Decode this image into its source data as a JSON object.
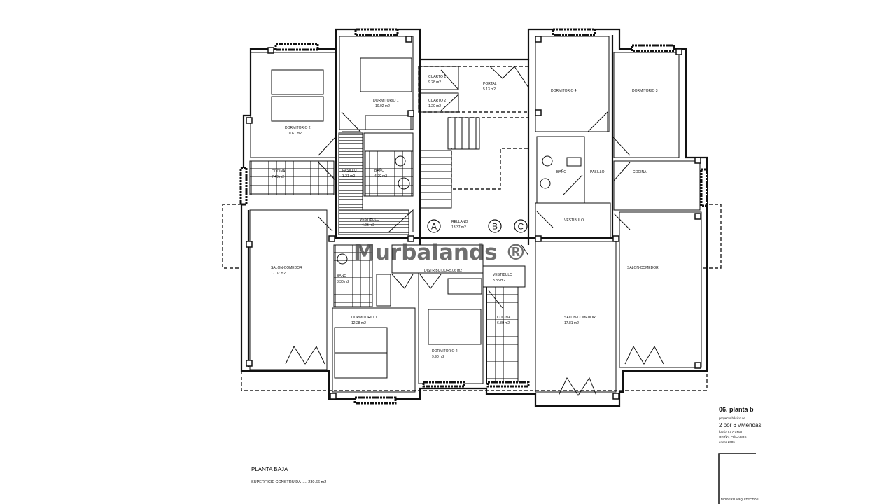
{
  "rooms": {
    "dorm2_left": {
      "name": "DORMITORIO 2",
      "area": "10.61 m2"
    },
    "dorm1_top": {
      "name": "DORMITORIO 1",
      "area": "10.02 m2"
    },
    "cocina_left": {
      "name": "COCINA",
      "area": "7.49 m2"
    },
    "pasillo_left": {
      "name": "PASILLO",
      "area": "3.21 m2"
    },
    "bano_left": {
      "name": "BAÑO",
      "area": "4.20 m2"
    },
    "vestibulo_left": {
      "name": "VESTIBULO",
      "area": "4.05 m2"
    },
    "cuarto1": {
      "name": "CUARTO 1",
      "area": "9.28 m2"
    },
    "cuarto2": {
      "name": "CUARTO 2",
      "area": "1.20 m2"
    },
    "portal": {
      "name": "PORTAL",
      "area": "5.13 m2"
    },
    "rellano": {
      "name": "RELLANO",
      "area": "13.37 m2"
    },
    "dorm4_right": {
      "name": "DORMITORIO 4"
    },
    "dorm3_right": {
      "name": "DORMITORIO 3"
    },
    "bano_right": {
      "name": "BAÑO"
    },
    "pasillo_right": {
      "name": "PASILLO"
    },
    "cocina_right": {
      "name": "COCINA"
    },
    "vestibulo_right": {
      "name": "VESTIBULO"
    },
    "salon_left": {
      "name": "SALON-COMEDOR",
      "area": "17.02 m2"
    },
    "bano_bottom": {
      "name": "BAÑO",
      "area": "3.30 m2"
    },
    "distribuidor": {
      "name": "DISTRIBUIDOR",
      "area": "5.06 m2"
    },
    "dorm1_bottom": {
      "name": "DORMITORIO 1",
      "area": "12.28 m2"
    },
    "dorm2_bottom": {
      "name": "DORMITORIO 2",
      "area": "9.90 m2"
    },
    "vestibulo_bottom": {
      "name": "VESTIBULO",
      "area": "3.35 m2"
    },
    "cocina_bottom": {
      "name": "COCINA",
      "area": "6.80 m2"
    },
    "salon_middle": {
      "name": "SALON-COMEDOR",
      "area": "17.81 m2"
    },
    "salon_right": {
      "name": "SALON-COMEDOR"
    }
  },
  "markers": [
    "A",
    "B",
    "C"
  ],
  "caption": {
    "title": "PLANTA BAJA",
    "surface": "SUPERFICIE CONSTRUIDA ..... 230.66 m2"
  },
  "title_block": {
    "heading": "06. planta b",
    "lines": [
      "proyecto básico de",
      "2 por 6 viviendas",
      "barrio LA CANAL",
      "ORIÑA, PIÉLAGOS",
      "enero 2006"
    ],
    "footer": "MODERO ARQUITECTOS"
  },
  "watermark": "Murbalands ®"
}
